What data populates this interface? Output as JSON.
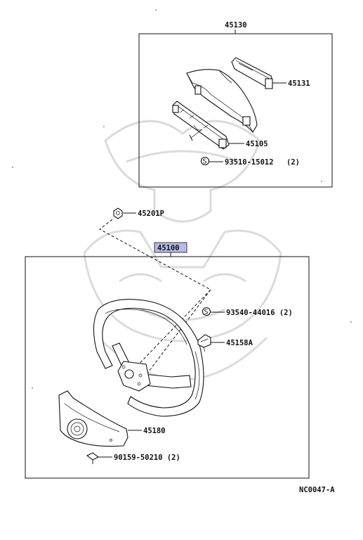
{
  "parts": {
    "p45130": "45130",
    "p45131": "45131",
    "p45105": "45105",
    "p93510": "93510-15012",
    "p93510_qty": "(2)",
    "p45201P": "45201P",
    "p45100": "45100",
    "p93540": "93540-44016 (2)",
    "p45158A": "45158A",
    "p45180": "45180",
    "p90159": "90159-50210 (2)"
  },
  "symbols": {
    "s_marker": "S"
  },
  "footer": {
    "code": "NC0047-A"
  },
  "colors": {
    "highlight": "#b7b9e8",
    "line": "#111111",
    "watermark": "#d8d8d8"
  }
}
